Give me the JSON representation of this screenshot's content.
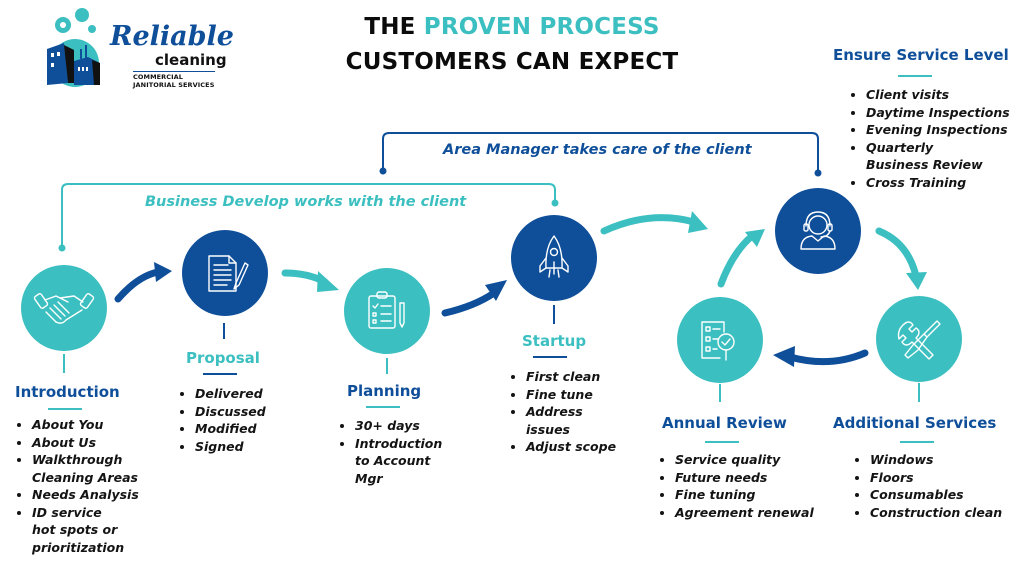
{
  "logo": {
    "brand_name": "Reliable",
    "brand_sub": "cleaning",
    "tagline": "COMMERCIAL JANITORIAL SERVICES",
    "icon": "bubbles-buildings-logo-icon"
  },
  "header": {
    "title_line1_prefix": "THE ",
    "title_line1_highlight": "PROVEN PROCESS",
    "title_line2": "CUSTOMERS CAN EXPECT"
  },
  "colors": {
    "teal": "#3cbfc0",
    "navy": "#0f4f9a",
    "text": "#141414"
  },
  "brackets": {
    "business": "Business Develop works with the client",
    "area_manager": "Area Manager takes care of the client"
  },
  "stages": [
    {
      "id": "introduction",
      "title": "Introduction",
      "icon": "handshake-icon",
      "items": [
        "About You",
        "About Us",
        "Walkthrough Cleaning Areas",
        "Needs Analysis",
        "ID service hot spots or prioritization"
      ]
    },
    {
      "id": "proposal",
      "title": "Proposal",
      "icon": "document-pen-icon",
      "items": [
        "Delivered",
        "Discussed",
        "Modified",
        "Signed"
      ]
    },
    {
      "id": "planning",
      "title": "Planning",
      "icon": "clipboard-checklist-icon",
      "items": [
        "30+ days",
        "Introduction to Account Mgr"
      ]
    },
    {
      "id": "startup",
      "title": "Startup",
      "icon": "rocket-icon",
      "items": [
        "First clean",
        "Fine tune",
        "Address issues",
        "Adjust scope"
      ]
    },
    {
      "id": "ensure",
      "title": "Ensure Service Level",
      "icon": "headset-agent-icon",
      "items": [
        "Client visits",
        "Daytime Inspections",
        "Evening Inspections",
        "Quarterly Business Review",
        "Cross Training"
      ]
    },
    {
      "id": "additional",
      "title": "Additional Services",
      "icon": "wrench-screwdriver-icon",
      "items": [
        "Windows",
        "Floors",
        "Consumables",
        "Construction clean"
      ]
    },
    {
      "id": "annual",
      "title": "Annual Review",
      "icon": "checklist-magnifier-icon",
      "items": [
        "Service quality",
        "Future needs",
        "Fine tuning",
        "Agreement renewal"
      ]
    }
  ]
}
